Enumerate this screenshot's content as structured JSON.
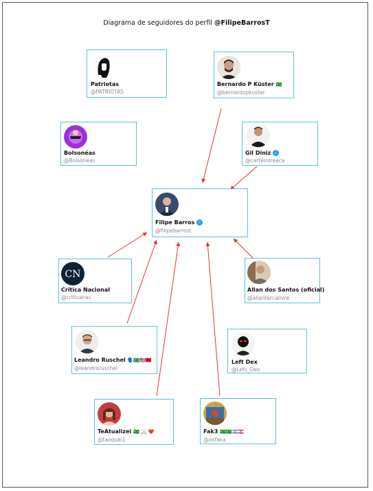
{
  "title": {
    "prefix": "Diagrama de seguidores do perfil",
    "handle": "@FilipeBarrosT"
  },
  "center": {
    "name": "Filipe Barros",
    "handle": "@filipebarrost",
    "verified": true
  },
  "nodes": [
    {
      "id": "patriotas",
      "name": "Patriotas",
      "handle": "@PATRIOTAS",
      "badges": ""
    },
    {
      "id": "kuster",
      "name": "Bernardo P Küster",
      "handle": "@bernardopkuster",
      "badges": "🇧🇷"
    },
    {
      "id": "bolsoneas",
      "name": "Bolsonéas",
      "handle": "@Bolsoneas",
      "badges": ""
    },
    {
      "id": "gildiniz",
      "name": "Gil Diniz",
      "handle": "@carteiroreaca",
      "badges": "",
      "verified": true
    },
    {
      "id": "criticanacional",
      "name": "Crítica Nacional",
      "handle": "@criticanac",
      "badges": ""
    },
    {
      "id": "allan",
      "name": "Allan dos Santos (oficial)",
      "handle": "@allantercalivre",
      "badges": ""
    },
    {
      "id": "leandro",
      "name": "Leandro Ruschel",
      "handle": "@leandroruschel",
      "badges": "🗣️🇧🇷🇺🇸🇹🇼"
    },
    {
      "id": "leftdex",
      "name": "Left Dex",
      "handle": "@Lets_Dex",
      "badges": ""
    },
    {
      "id": "teatualizei",
      "name": "TeAtualizei",
      "handle": "@taoquei1",
      "badges": "🇧🇷 ⚔️ ❤️"
    },
    {
      "id": "faka",
      "name": "Fak3",
      "handle": "@oofaka",
      "badges": "🇧🇷🇧🇷🇮🇱🇱🇧"
    }
  ],
  "icons": {
    "verified": "verified-check-icon",
    "cn_logo": "CN"
  },
  "colors": {
    "card_border": "#5bc0de",
    "arrow": "#e8302b",
    "verified": "#1da1f2"
  }
}
